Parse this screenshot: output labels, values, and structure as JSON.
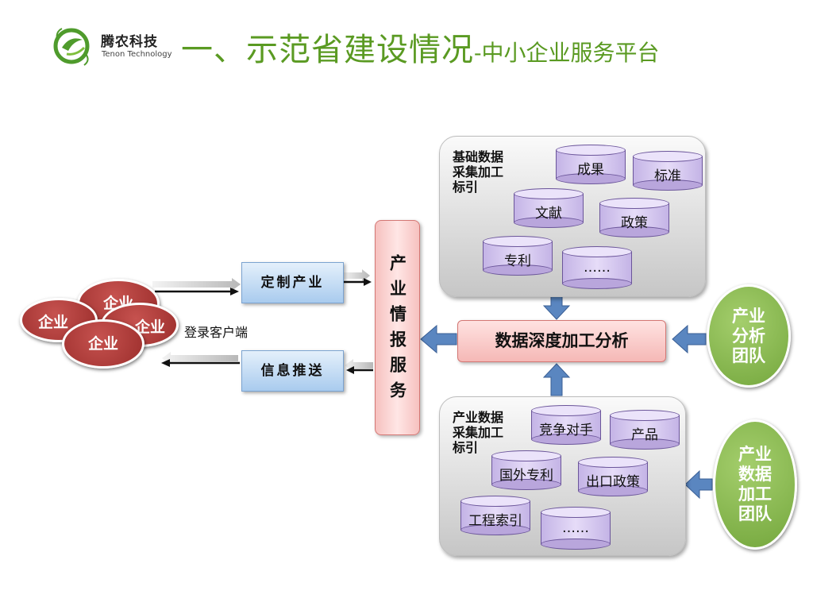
{
  "header": {
    "logo_cn": "腾农科技",
    "logo_en": "Tenon Technology",
    "title_main": "一、示范省建设情况",
    "title_sub": "-中小企业服务平台",
    "title_color": "#5a9a22"
  },
  "panel_top": {
    "label": "基础数据\n采集加工\n标引",
    "items": [
      "成果",
      "标准",
      "文献",
      "政策",
      "专利",
      "……"
    ]
  },
  "panel_bottom": {
    "label": "产业数据\n采集加工\n标引",
    "items": [
      "竞争对手",
      "产品",
      "国外专利",
      "出口政策",
      "工程索引",
      "……"
    ]
  },
  "center": {
    "analysis": "数据深度加工分析",
    "service": "产业情报服务"
  },
  "left": {
    "custom": "定制产业",
    "push": "信息推送",
    "login": "登录客户端",
    "enterprise": [
      "企业",
      "企业",
      "企业",
      "企业"
    ]
  },
  "teams": {
    "analysis": "产业\n分析\n团队",
    "data": "产业\n数据\n加工\n团队"
  }
}
